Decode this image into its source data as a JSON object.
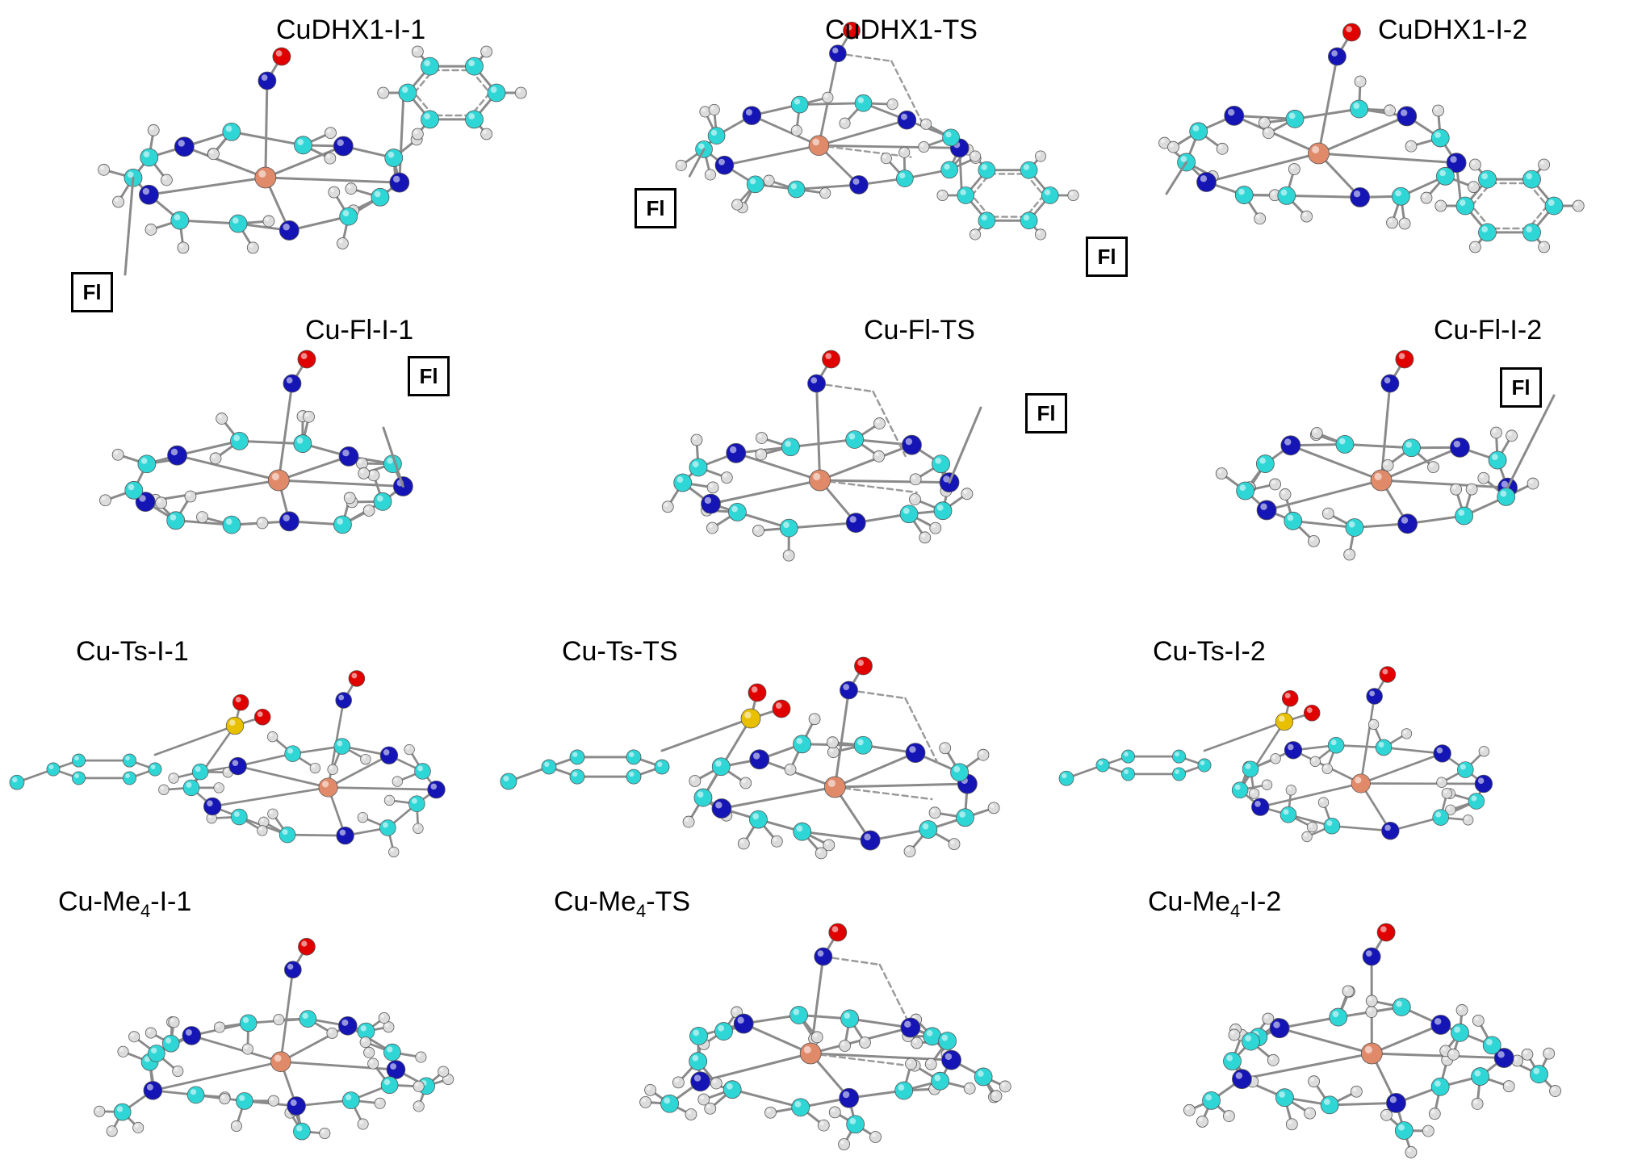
{
  "colors": {
    "carbon": "#2fd6d6",
    "hydrogen": "#dcdcdc",
    "nitrogen": "#1515b5",
    "oxygen": "#e00000",
    "copper": "#e08a6a",
    "sulfur": "#e8c000",
    "bond": "#8a8a8a"
  },
  "panels": [
    {
      "id": "p1",
      "title_main": "CuDHX1-I-1",
      "title_sub": "",
      "title_post": "",
      "fl": "Fl",
      "has_fl": true,
      "phenyl": true,
      "tosyl": false
    },
    {
      "id": "p2",
      "title_main": "CuDHX1-TS",
      "title_sub": "",
      "title_post": "",
      "fl": "Fl",
      "has_fl": true,
      "phenyl": true,
      "tosyl": false
    },
    {
      "id": "p3",
      "title_main": "CuDHX1-I-2",
      "title_sub": "",
      "title_post": "",
      "fl": "Fl",
      "has_fl": true,
      "phenyl": true,
      "tosyl": false
    },
    {
      "id": "p4",
      "title_main": "Cu-Fl-I-1",
      "title_sub": "",
      "title_post": "",
      "fl": "Fl",
      "has_fl": true,
      "phenyl": false,
      "tosyl": false
    },
    {
      "id": "p5",
      "title_main": "Cu-Fl-TS",
      "title_sub": "",
      "title_post": "",
      "fl": "Fl",
      "has_fl": true,
      "phenyl": false,
      "tosyl": false
    },
    {
      "id": "p6",
      "title_main": "Cu-Fl-I-2",
      "title_sub": "",
      "title_post": "",
      "fl": "Fl",
      "has_fl": true,
      "phenyl": false,
      "tosyl": false
    },
    {
      "id": "p7",
      "title_main": "Cu-Ts-I-1",
      "title_sub": "",
      "title_post": "",
      "fl": "",
      "has_fl": false,
      "phenyl": false,
      "tosyl": true
    },
    {
      "id": "p8",
      "title_main": "Cu-Ts-TS",
      "title_sub": "",
      "title_post": "",
      "fl": "",
      "has_fl": false,
      "phenyl": false,
      "tosyl": true
    },
    {
      "id": "p9",
      "title_main": "Cu-Ts-I-2",
      "title_sub": "",
      "title_post": "",
      "fl": "",
      "has_fl": false,
      "phenyl": false,
      "tosyl": true
    },
    {
      "id": "p10",
      "title_main": "Cu-Me",
      "title_sub": "4",
      "title_post": "-I-1",
      "fl": "",
      "has_fl": false,
      "phenyl": false,
      "tosyl": false
    },
    {
      "id": "p11",
      "title_main": "Cu-Me",
      "title_sub": "4",
      "title_post": "-TS",
      "fl": "",
      "has_fl": false,
      "phenyl": false,
      "tosyl": false
    },
    {
      "id": "p12",
      "title_main": "Cu-Me",
      "title_sub": "4",
      "title_post": "-I-2",
      "fl": "",
      "has_fl": false,
      "phenyl": false,
      "tosyl": false
    }
  ]
}
